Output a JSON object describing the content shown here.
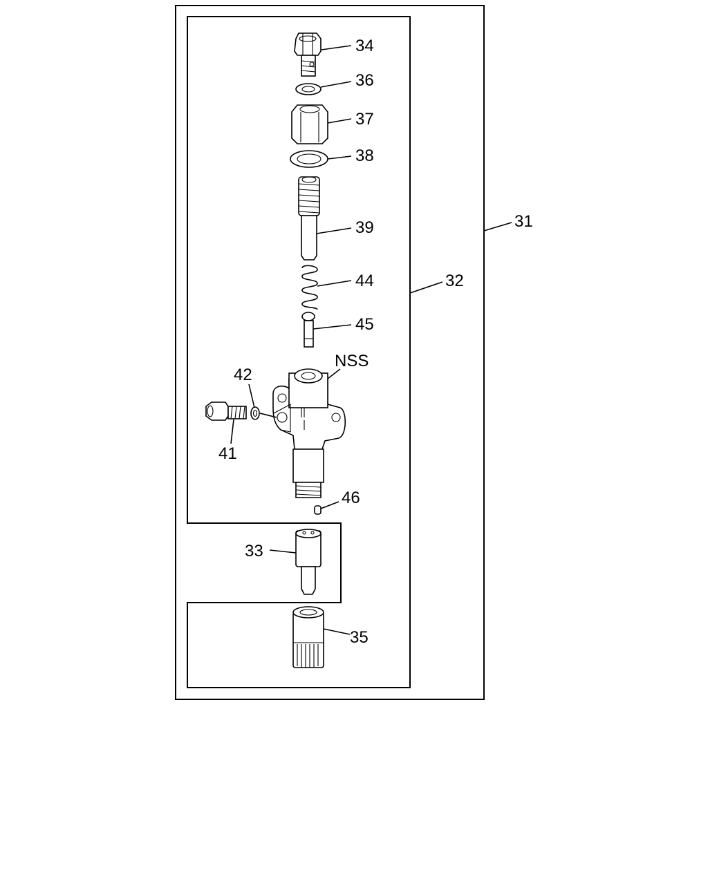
{
  "diagram": {
    "callouts": {
      "c31": "31",
      "c32": "32",
      "c33": "33",
      "c34": "34",
      "c35": "35",
      "c36": "36",
      "c37": "37",
      "c38": "38",
      "c39": "39",
      "c41": "41",
      "c42": "42",
      "c44": "44",
      "c45": "45",
      "c46": "46",
      "nss": "NSS"
    }
  }
}
